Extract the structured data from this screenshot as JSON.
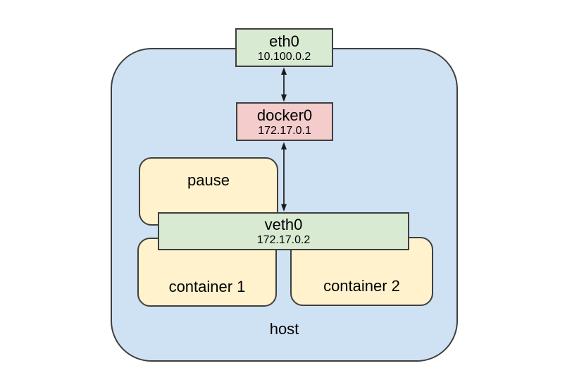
{
  "diagram": {
    "description": "docker pod networking diagram",
    "nodes": {
      "eth0": {
        "label": "eth0",
        "ip": "10.100.0.2",
        "type": "interface"
      },
      "docker0": {
        "label": "docker0",
        "ip": "172.17.0.1",
        "type": "bridge"
      },
      "pause": {
        "label": "pause",
        "type": "container"
      },
      "veth0": {
        "label": "veth0",
        "ip": "172.17.0.2",
        "type": "interface"
      },
      "container1": {
        "label": "container 1",
        "type": "container"
      },
      "container2": {
        "label": "container 2",
        "type": "container"
      },
      "host": {
        "label": "host",
        "type": "host"
      }
    },
    "edges": [
      {
        "from": "eth0",
        "to": "docker0",
        "style": "double-headed-arrow"
      },
      {
        "from": "docker0",
        "to": "veth0",
        "style": "double-headed-arrow"
      }
    ]
  },
  "colors": {
    "host_fill": "#cfe2f3",
    "interface_fill": "#d9ead3",
    "bridge_fill": "#f4cccc",
    "container_fill": "#fff2cc",
    "node_border": "#3f3f3f",
    "arrow": "#1a1a1a",
    "text": "#000000",
    "page_bg": "#ffffff"
  }
}
